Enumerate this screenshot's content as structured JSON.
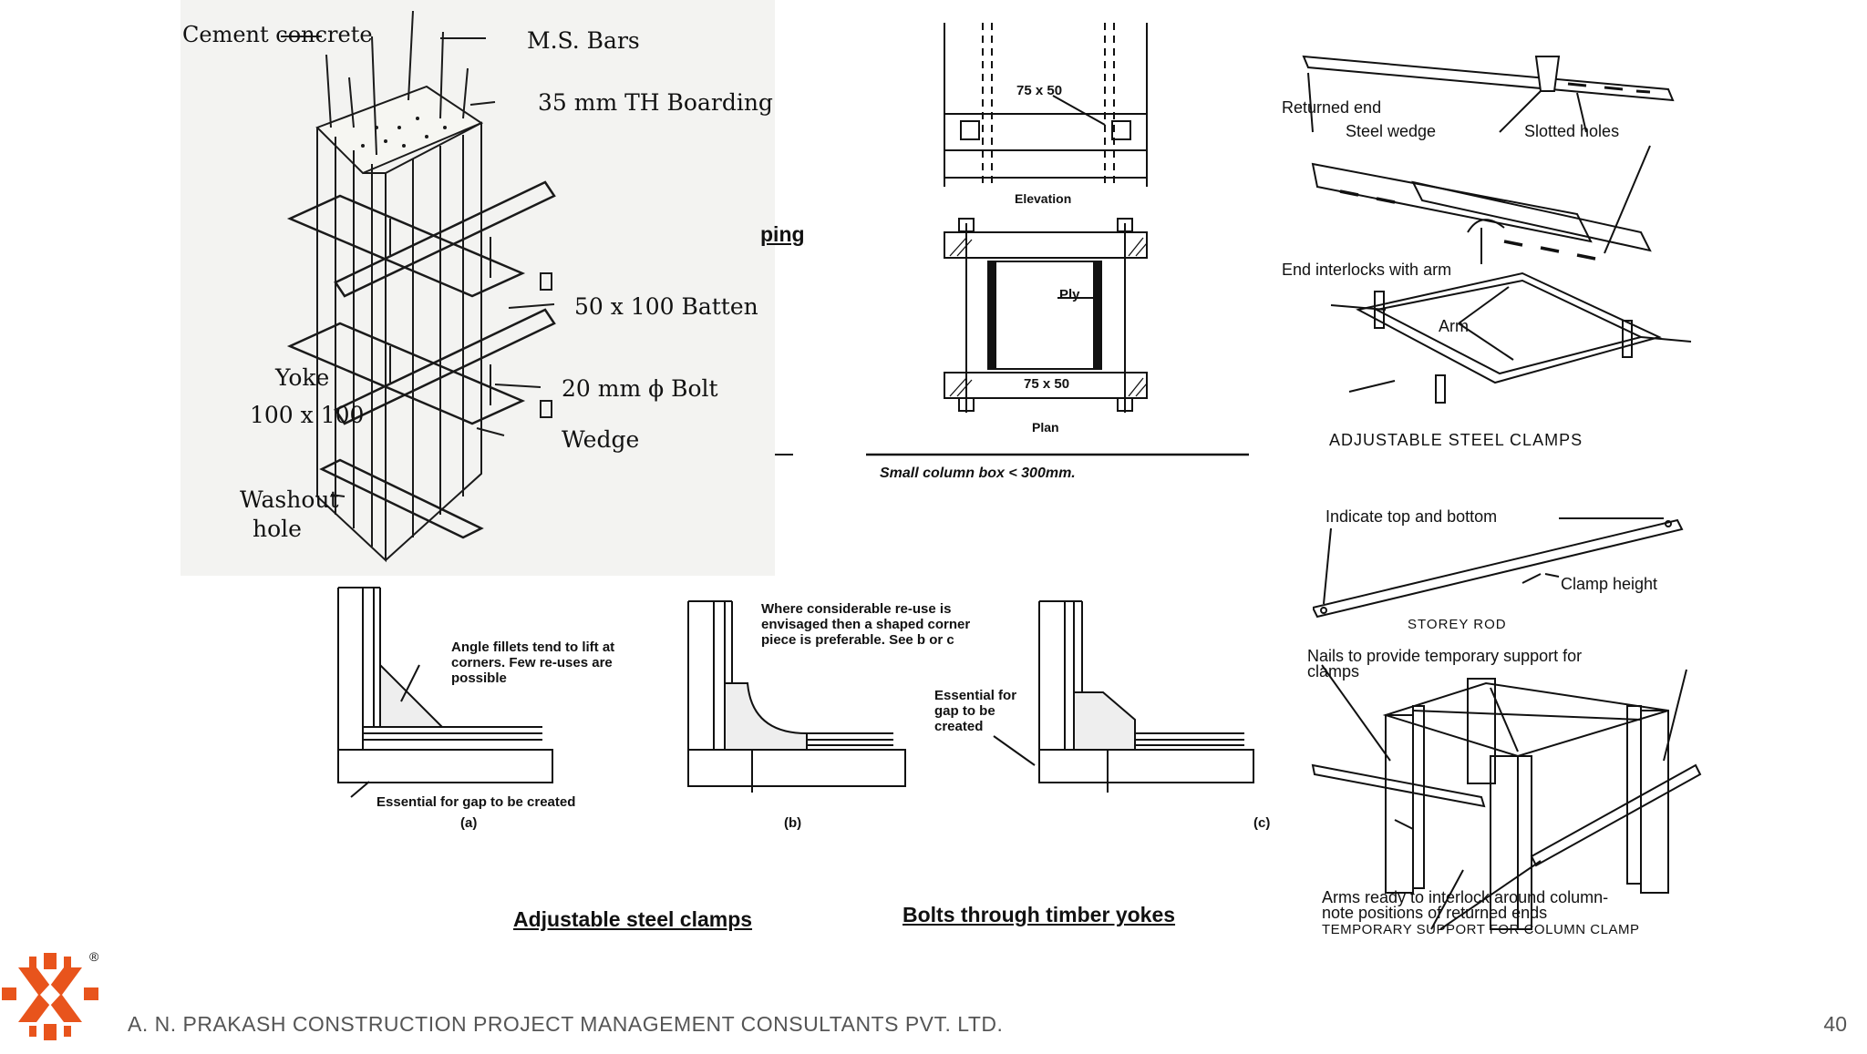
{
  "colors": {
    "brand_orange": "#e8541c",
    "footer_text": "#555555",
    "line": "#111111",
    "scan_bg": "#f3f3f1"
  },
  "column_panel": {
    "labels": {
      "cement": "Cement concrete",
      "msbars": "M.S. Bars",
      "boarding": "35 mm TH Boarding",
      "batten": "50 x 100 Batten",
      "bolt": "20 mm ϕ Bolt",
      "wedge": "Wedge",
      "yoke": "Yoke",
      "yoke_size": "100 x 100",
      "washout": "Washout",
      "hole": "hole"
    },
    "partial_text": "ping"
  },
  "small_box_panel": {
    "dim_elevation": "75 x 50",
    "elevation": "Elevation",
    "ply": "Ply",
    "dim_plan": "75 x 50",
    "plan": "Plan",
    "caption": "Small column box < 300mm."
  },
  "clamps_panel": {
    "returned_end": "Returned end",
    "steel_wedge": "Steel wedge",
    "slotted_holes": "Slotted holes",
    "end_interlocks": "End interlocks with arm",
    "arm": "Arm",
    "title": "ADJUSTABLE STEEL CLAMPS"
  },
  "storey_panel": {
    "indicate": "Indicate top and bottom",
    "clamp_height": "Clamp height",
    "title": "STOREY ROD"
  },
  "support_panel": {
    "nails_1": "Nails to provide temporary support for",
    "nails_2": "clamps",
    "arms_1": "Arms ready to interlock around column-",
    "arms_2": "note positions of returned ends",
    "title": "TEMPORARY SUPPORT FOR COLUMN CLAMP"
  },
  "fillet_panel": {
    "a_note_1": "Angle fillets tend to lift at",
    "a_note_2": "corners. Few re-uses are",
    "a_note_3": "possible",
    "a_gap": "Essential for gap to be created",
    "a_label": "(a)",
    "b_note_1": "Where considerable re-use is",
    "b_note_2": "envisaged then a shaped corner",
    "b_note_3": "piece is preferable. See b or c",
    "b_label": "(b)",
    "c_note_1": "Essential for",
    "c_note_2": "gap to be",
    "c_note_3": "created",
    "c_label": "(c)"
  },
  "captions": {
    "adjustable": "Adjustable steel clamps",
    "bolts": "Bolts through timber yokes"
  },
  "footer": {
    "company": "A. N. PRAKASH CONSTRUCTION PROJECT MANAGEMENT CONSULTANTS PVT. LTD.",
    "page": "40",
    "registered": "®"
  }
}
